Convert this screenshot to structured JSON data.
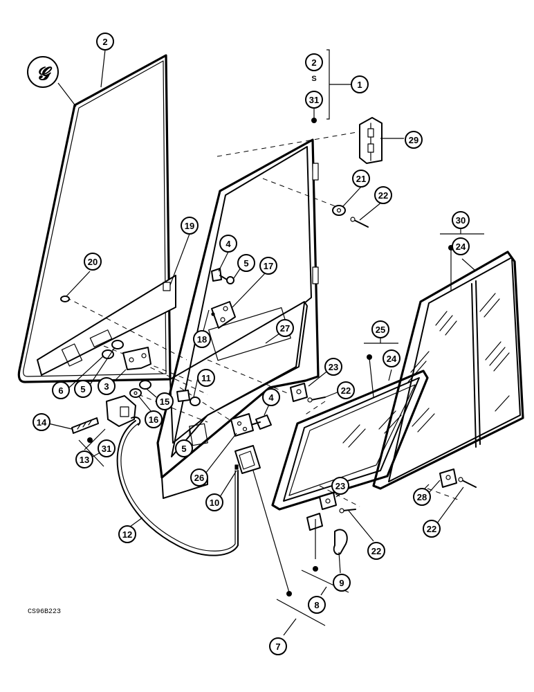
{
  "drawing_code": "CS96B223",
  "symbol_glyph": "𝓖",
  "callouts": {
    "c1": "1",
    "c2a": "2",
    "c2b": "2",
    "s": "S",
    "c31a": "31",
    "c29": "29",
    "c21": "21",
    "c22a": "22",
    "c19": "19",
    "c20": "20",
    "c4a": "4",
    "c5a": "5",
    "c17": "17",
    "c18": "18",
    "c27": "27",
    "c30": "30",
    "c24a": "24",
    "c24b": "24",
    "c25": "25",
    "c23a": "23",
    "c22b": "22",
    "c11": "11",
    "c6": "6",
    "c5b": "5",
    "c3": "3",
    "c15": "15",
    "c16": "16",
    "c4b": "4",
    "c14": "14",
    "c31b": "31",
    "c13": "13",
    "c5c": "5",
    "c26": "26",
    "c10": "10",
    "c12": "12",
    "c23b": "23",
    "c28": "28",
    "c22c": "22",
    "c22d": "22",
    "c9": "9",
    "c8": "8",
    "c7": "7"
  }
}
